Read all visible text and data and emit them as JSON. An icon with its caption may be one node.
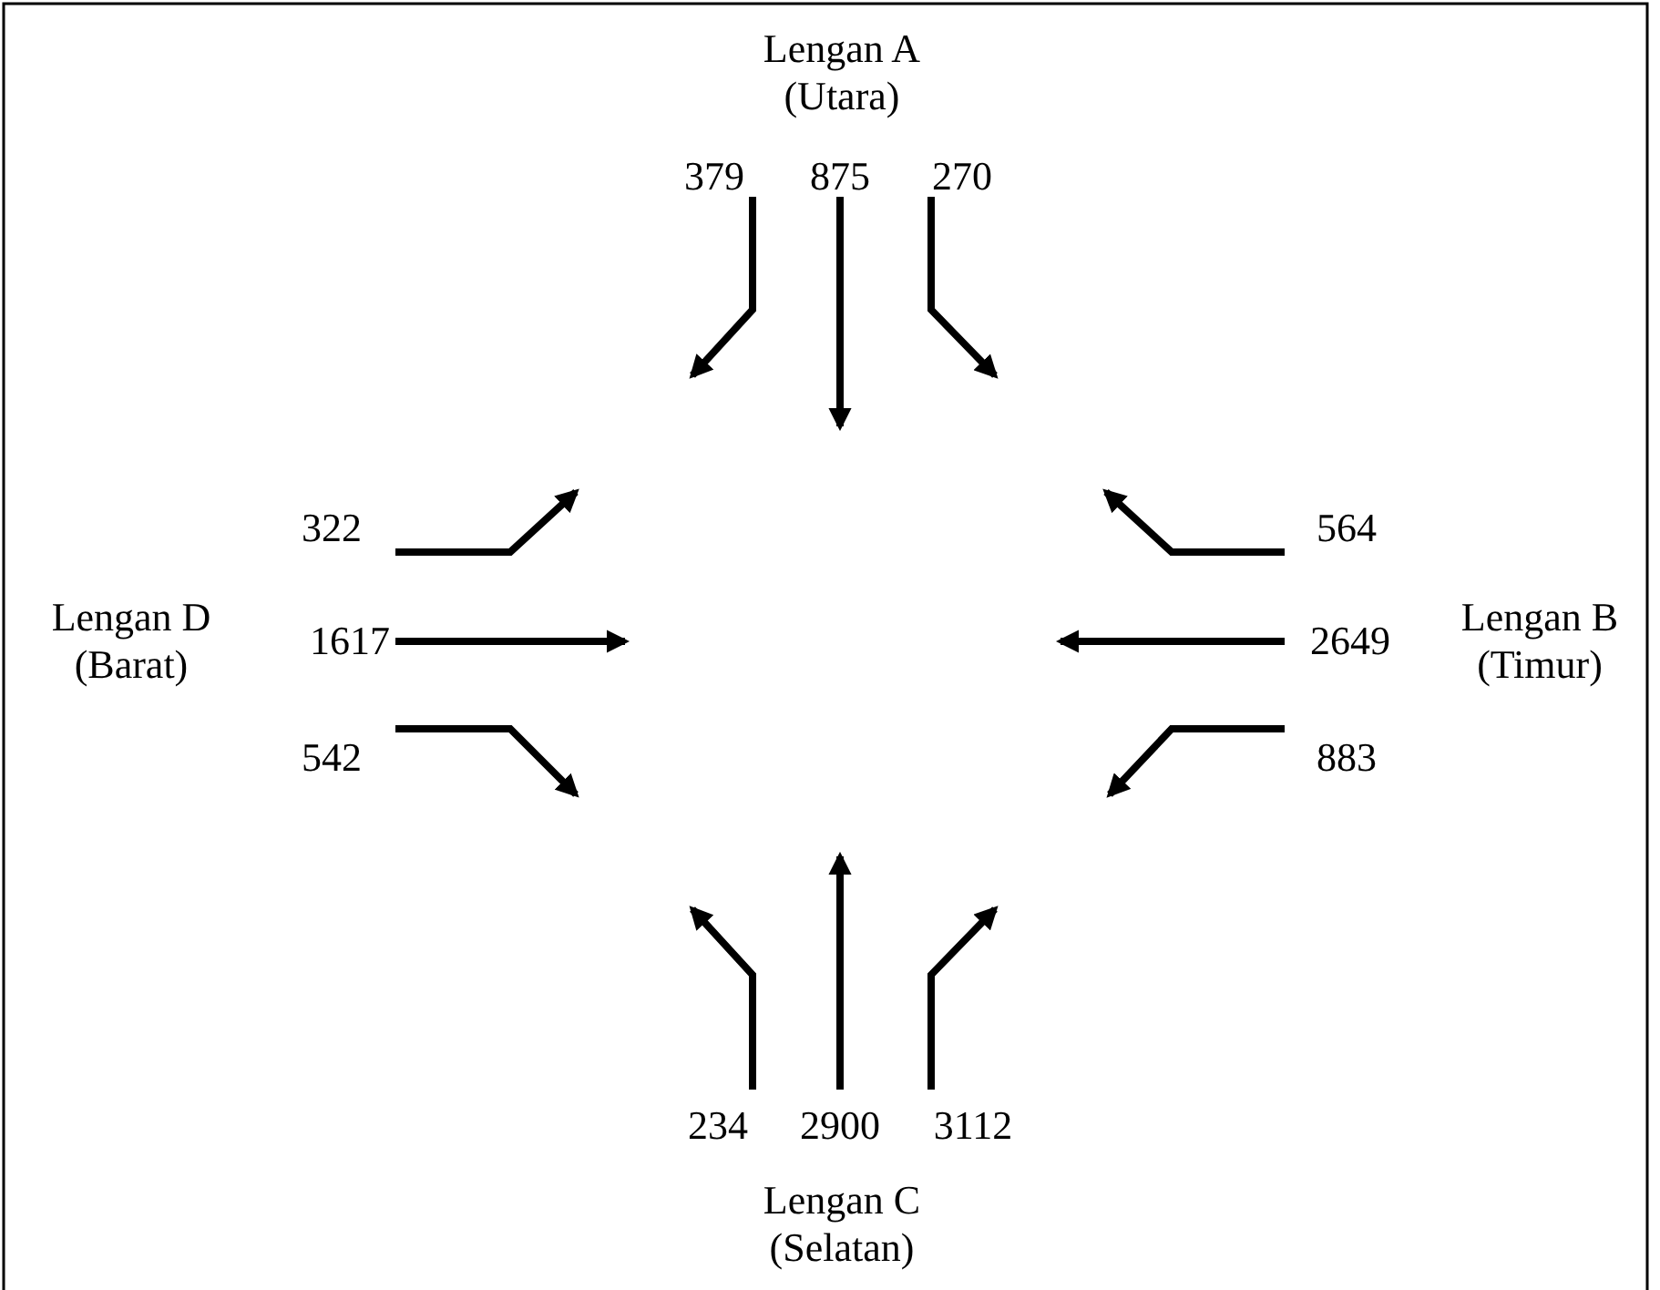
{
  "diagram": {
    "labels": [
      "Lengan A (Utara)",
      "379",
      "875",
      "270",
      "322",
      "564",
      "Lengan D (Barat)",
      "1617",
      "2649",
      "Lengan B (Timur)",
      "542",
      "883",
      "234",
      "2900",
      "3112",
      "Lengan C (Selatan)"
    ]
  }
}
